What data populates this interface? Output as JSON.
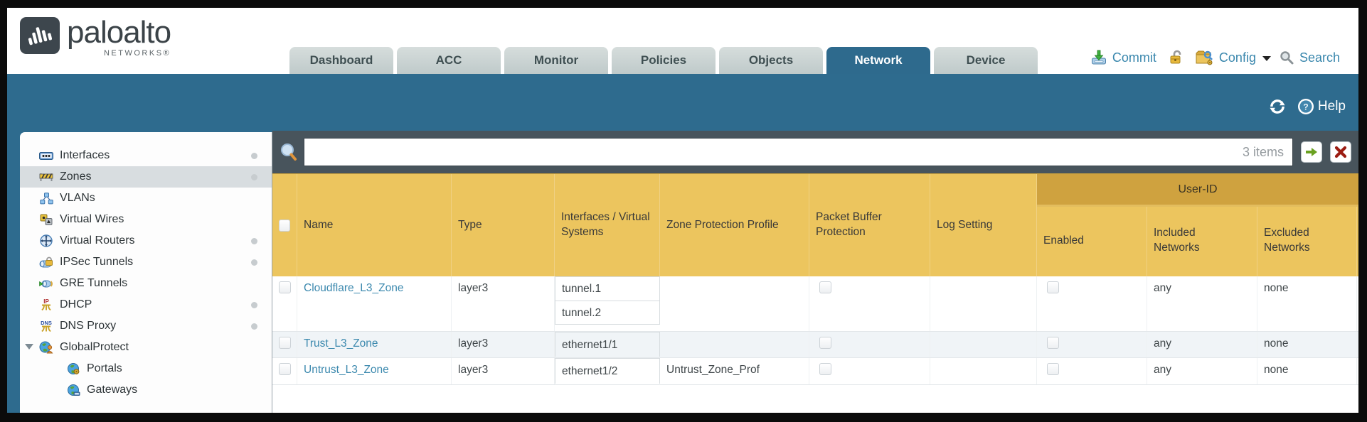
{
  "header": {
    "brand": "paloalto",
    "brand_sub": "NETWORKS®",
    "tabs": [
      {
        "label": "Dashboard",
        "active": false
      },
      {
        "label": "ACC",
        "active": false
      },
      {
        "label": "Monitor",
        "active": false
      },
      {
        "label": "Policies",
        "active": false
      },
      {
        "label": "Objects",
        "active": false
      },
      {
        "label": "Network",
        "active": true
      },
      {
        "label": "Device",
        "active": false
      }
    ],
    "actions": {
      "commit_label": "Commit",
      "config_label": "Config",
      "search_label": "Search"
    }
  },
  "band": {
    "help_label": "Help"
  },
  "sidebar": {
    "items": [
      {
        "label": "Interfaces",
        "icon": "interfaces-icon",
        "dot": true,
        "selected": false
      },
      {
        "label": "Zones",
        "icon": "zones-icon",
        "dot": true,
        "selected": true
      },
      {
        "label": "VLANs",
        "icon": "vlans-icon",
        "dot": false,
        "selected": false
      },
      {
        "label": "Virtual Wires",
        "icon": "virtual-wires-icon",
        "dot": false,
        "selected": false
      },
      {
        "label": "Virtual Routers",
        "icon": "virtual-routers-icon",
        "dot": true,
        "selected": false
      },
      {
        "label": "IPSec Tunnels",
        "icon": "ipsec-tunnels-icon",
        "dot": true,
        "selected": false
      },
      {
        "label": "GRE Tunnels",
        "icon": "gre-tunnels-icon",
        "dot": false,
        "selected": false
      },
      {
        "label": "DHCP",
        "icon": "dhcp-icon",
        "dot": true,
        "selected": false
      },
      {
        "label": "DNS Proxy",
        "icon": "dns-proxy-icon",
        "dot": true,
        "selected": false
      },
      {
        "label": "GlobalProtect",
        "icon": "globalprotect-icon",
        "dot": false,
        "selected": false,
        "expanded": true
      },
      {
        "label": "Portals",
        "icon": "portals-icon",
        "dot": false,
        "selected": false,
        "child": true
      },
      {
        "label": "Gateways",
        "icon": "gateways-icon",
        "dot": false,
        "selected": false,
        "child": true
      }
    ]
  },
  "toolbar": {
    "filter_value": "",
    "items_count": "3 items"
  },
  "table": {
    "group_label": "User-ID",
    "columns": [
      "Name",
      "Type",
      "Interfaces / Virtual Systems",
      "Zone Protection Profile",
      "Packet Buffer Protection",
      "Log Setting",
      "Enabled",
      "Included Networks",
      "Excluded Networks"
    ],
    "rows": [
      {
        "name": "Cloudflare_L3_Zone",
        "type": "layer3",
        "interfaces": [
          "tunnel.1",
          "tunnel.2"
        ],
        "zone_protection_profile": "",
        "packet_buffer_protection": false,
        "log_setting": "",
        "enabled": false,
        "included_networks": "any",
        "excluded_networks": "none"
      },
      {
        "name": "Trust_L3_Zone",
        "type": "layer3",
        "interfaces": [
          "ethernet1/1"
        ],
        "zone_protection_profile": "",
        "packet_buffer_protection": false,
        "log_setting": "",
        "enabled": false,
        "included_networks": "any",
        "excluded_networks": "none"
      },
      {
        "name": "Untrust_L3_Zone",
        "type": "layer3",
        "interfaces": [
          "ethernet1/2"
        ],
        "zone_protection_profile": "Untrust_Zone_Prof",
        "packet_buffer_protection": false,
        "log_setting": "",
        "enabled": false,
        "included_networks": "any",
        "excluded_networks": "none"
      }
    ]
  },
  "colors": {
    "teal_band": "#2e6b8e",
    "active_tab": "#2e6a8d",
    "table_header": "#ecc55e",
    "table_group_header": "#cfa23f",
    "toolbar_dark": "#48545c",
    "link_blue": "#3c89ae",
    "inactive_tab": "#c5cfcf"
  }
}
